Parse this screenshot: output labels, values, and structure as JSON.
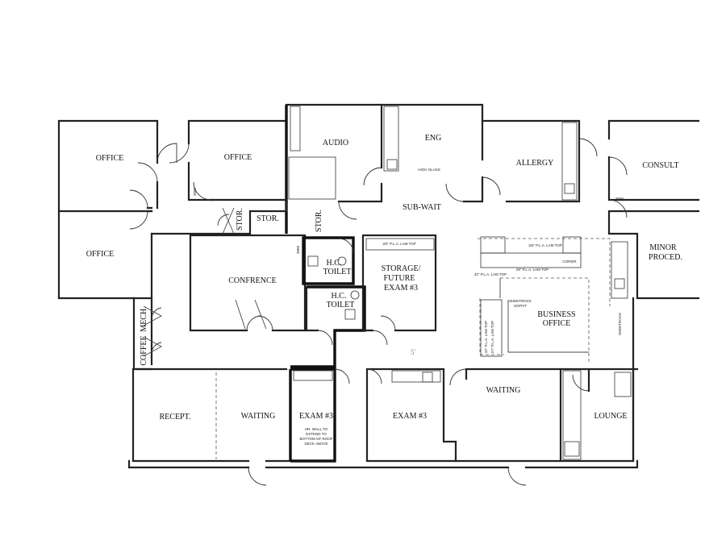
{
  "rooms": {
    "office_1": "OFFICE",
    "office_2": "OFFICE",
    "office_3": "OFFICE",
    "audio": "AUDIO",
    "eng": "ENG",
    "allergy": "ALLERGY",
    "consult": "CONSULT",
    "sub_wait": "SUB-WAIT",
    "stor_1": "STOR.",
    "stor_2": "STOR.",
    "stor_3": "STOR.",
    "minor_proced_1": "MINOR",
    "minor_proced_2": "PROCED.",
    "conference": "CONFRENCE",
    "hc_toilet_1a": "H.C.",
    "hc_toilet_1b": "TOILET",
    "hc_toilet_2a": "H.C.",
    "hc_toilet_2b": "TOILET",
    "storage_1": "STORAGE/",
    "storage_2": "FUTURE",
    "storage_3": "EXAM #3",
    "business_1": "BUSINESS",
    "business_2": "OFFICE",
    "mech": "MECH.",
    "coffee": "COFFEE",
    "recept": "RECEPT.",
    "waiting_1": "WAITING",
    "exam_a": "EXAM #3",
    "exam_b": "EXAM #3",
    "waiting_2": "WAITING",
    "lounge": "LOUNGE"
  },
  "notes": {
    "high_glass": "HIGH GLASS",
    "wall_note_1": "HR. WALL TO",
    "wall_note_2": "EXTEND TO",
    "wall_note_3": "BOTTOM OF ROOF",
    "wall_note_4": "DECK ABOVE",
    "door_size": "3080",
    "door_size_2": "3068",
    "door_size_3": "3060",
    "counter_1": "3/4\" P.L.A. LAM TOP",
    "counter_2": "3/4\" P.L.A. LAM TOP",
    "counter_3": "29\" P.L.A. LAM TOP",
    "counter_4": "42\" P.L.A. LAM TOP",
    "counter_5": "27\" P.L.A. LAM TOP",
    "counter_6": "42\" P.L.A. LAM TOP",
    "copier": "COPIER",
    "sheetrock": "SHEETROCK",
    "soffit": "SOFFIT",
    "sheetrock_2": "SHEETROCK",
    "hand_mark": "5'"
  }
}
